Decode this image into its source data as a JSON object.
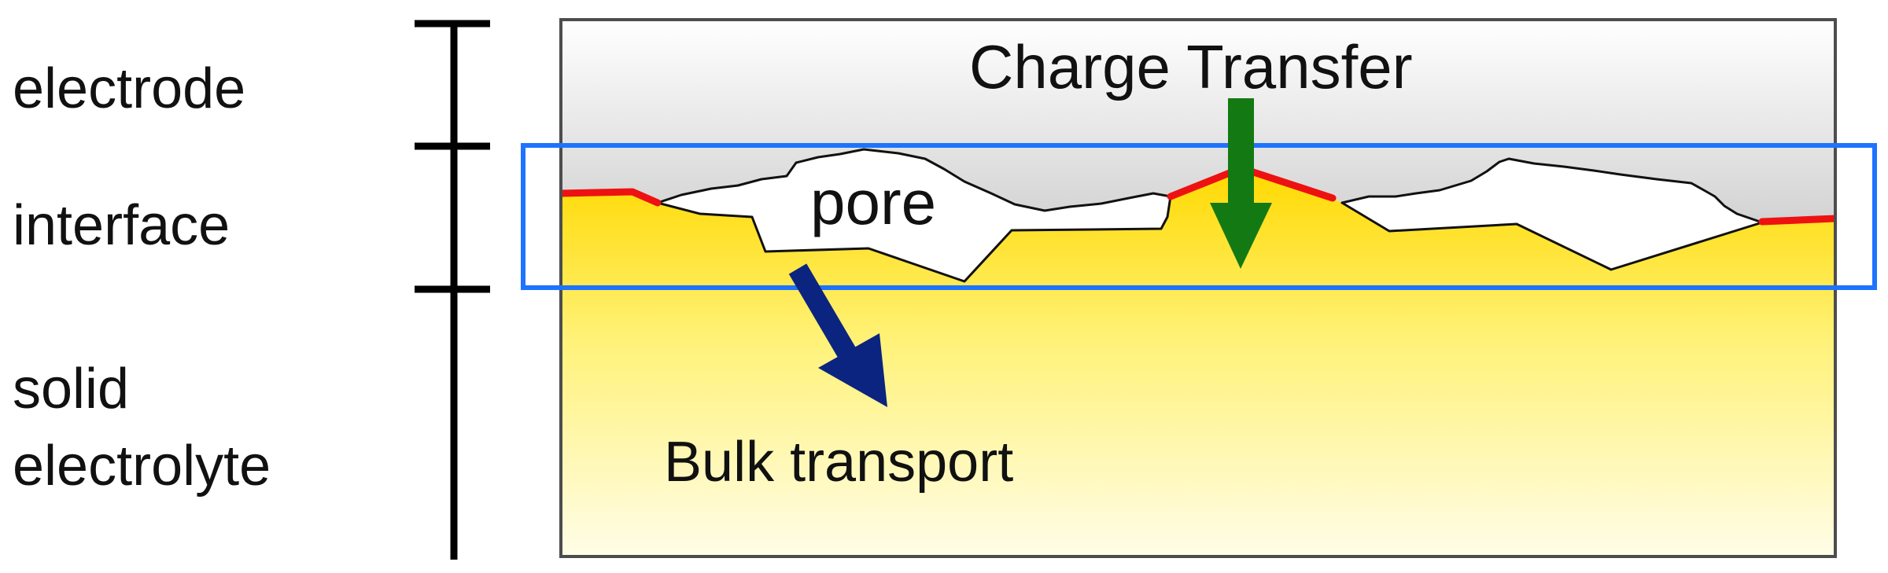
{
  "labels": {
    "electrode": "electrode",
    "interface": "interface",
    "solid_line1": "solid",
    "solid_line2": "electrolyte"
  },
  "annotations": {
    "charge_transfer": "Charge Transfer",
    "pore": "pore",
    "bulk_transport": "Bulk transport"
  },
  "colors": {
    "electrode_dark": "#4a4a4a",
    "electrode_light": "#ffffff",
    "electrolyte_yellow": "#ffd900",
    "electrolyte_light": "#fffde8",
    "interface_box": "#1e73ff",
    "contact_line": "#ee1111",
    "charge_transfer_arrow": "#137a13",
    "bulk_transport_arrow": "#0b2480",
    "scale_bar": "#000000"
  }
}
